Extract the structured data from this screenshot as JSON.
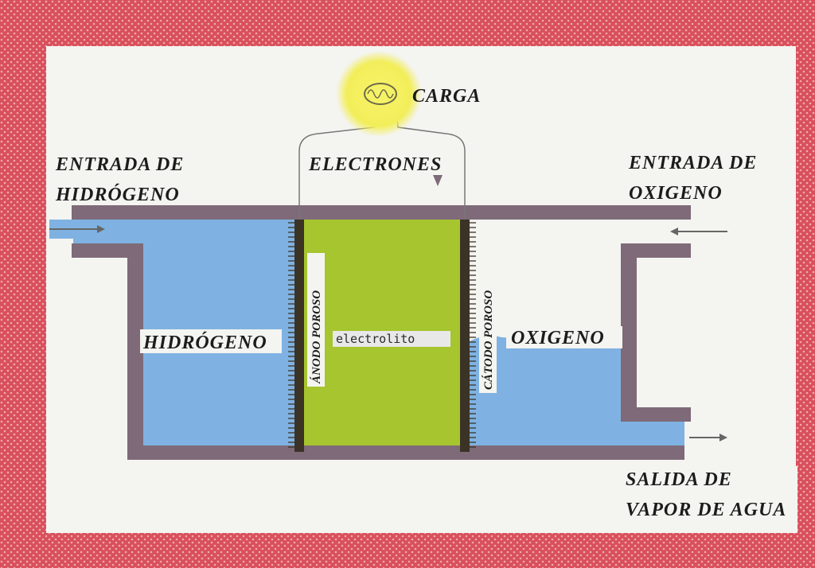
{
  "labels": {
    "carga": "CARGA",
    "electrones": "ELECTRONES",
    "entrada_hidrogeno_1": "ENTRADA DE",
    "entrada_hidrogeno_2": "HIDRÓGENO",
    "entrada_oxigeno_1": "ENTRADA DE",
    "entrada_oxigeno_2": "OXIGENO",
    "hidrogeno": "HIDRÓGENO",
    "oxigeno": "OXIGENO",
    "anodo": "ÁNODO POROSO",
    "catodo": "CÁTODO POROSO",
    "electrolito": "electrolito",
    "salida_1": "SALIDA DE",
    "salida_2": "VAPOR DE AGUA"
  },
  "colors": {
    "frame": "#d8505c",
    "paper": "#f4f4f0",
    "hydrogen": "#7fb2e2",
    "oxygen": "#7fb2e2",
    "electrolyte": "#a6c52e",
    "wall": "#7e6a78",
    "electrode": "#3b3326",
    "load_glow": "#f2ee5a"
  }
}
